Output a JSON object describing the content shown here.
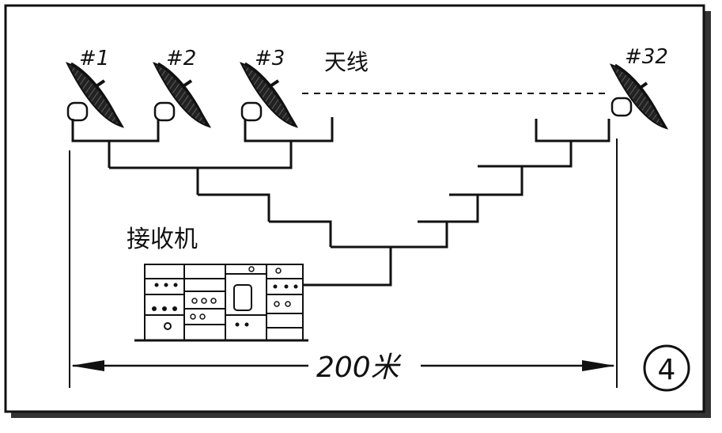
{
  "figure": {
    "antenna_label": "天线",
    "receiver_label": "接收机",
    "distance_label": "200米",
    "figure_number": "4",
    "antennas": [
      {
        "label": "#1"
      },
      {
        "label": "#2"
      },
      {
        "label": "#3"
      },
      {
        "label": "#32"
      }
    ]
  },
  "colors": {
    "ink": "#111111",
    "paper": "#ffffff",
    "shadow": "#333333"
  }
}
